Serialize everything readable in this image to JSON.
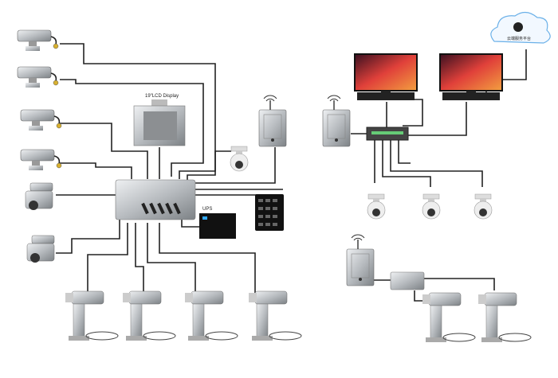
{
  "labels": {
    "lcd": "19\"LCD Display",
    "ups": "UPS",
    "cloud": "云端服务平台"
  },
  "colors": {
    "wire": "#222222",
    "steel": "#b8bcc0",
    "screen_accent": "#e0403a"
  }
}
